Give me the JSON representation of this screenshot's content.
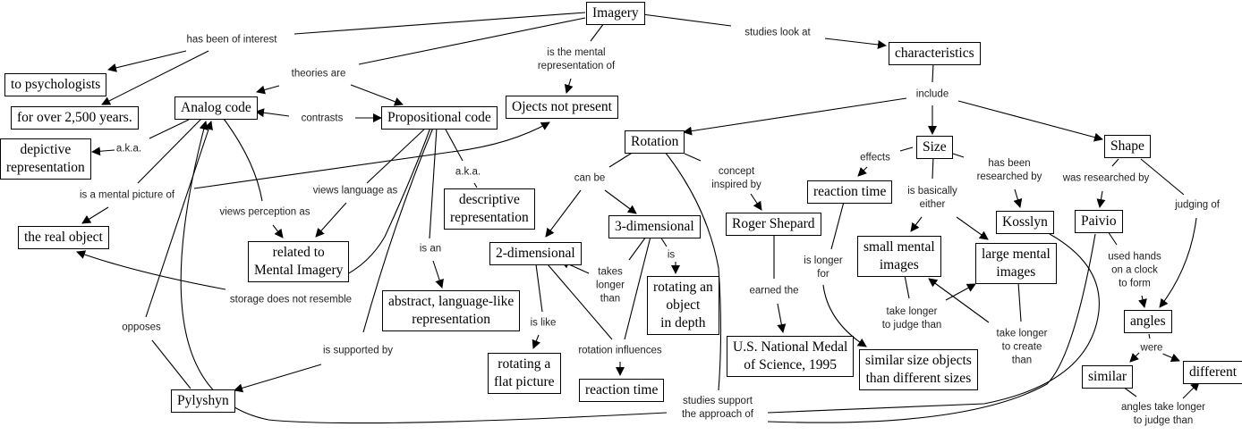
{
  "title": "Imagery concept map",
  "concepts": {
    "imagery": "Imagery",
    "to_psychologists": "to psychologists",
    "for_over_2500": "for over 2,500 years.",
    "analog_code": "Analog code",
    "propositional_code": "Propositional code",
    "objects_not_present": "Ojects not present",
    "characteristics": "characteristics",
    "depictive_representation": [
      "depictive",
      "representation"
    ],
    "descriptive_representation": [
      "descriptive",
      "representation"
    ],
    "the_real_object": "the real object",
    "related_to_mental_imagery": [
      "related to",
      "Mental Imagery"
    ],
    "abstract_language_like": [
      "abstract, language-like",
      "representation"
    ],
    "pylyshyn": "Pylyshyn",
    "rotation": "Rotation",
    "two_dimensional": "2-dimensional",
    "three_dimensional": "3-dimensional",
    "rotating_object_in_depth": [
      "rotating an",
      "object",
      "in depth"
    ],
    "rotating_flat_picture": [
      "rotating a",
      "flat picture"
    ],
    "reaction_time_rotation": "reaction time",
    "roger_shepard": "Roger Shepard",
    "national_medal": [
      "U.S. National Medal",
      "of Science, 1995"
    ],
    "size": "Size",
    "reaction_time_size": "reaction time",
    "small_mental_images": [
      "small mental",
      "images"
    ],
    "large_mental_images": [
      "large mental",
      "images"
    ],
    "similar_size_objects": [
      "similar size objects",
      "than different sizes"
    ],
    "kosslyn": "Kosslyn",
    "shape": "Shape",
    "paivio": "Paivio",
    "angles": "angles",
    "similar": "similar",
    "different": "different"
  },
  "linking_phrases": {
    "has_been_of_interest": "has been of interest",
    "theories_are": "theories are",
    "is_mental_representation_of": [
      "is the mental",
      "representation of"
    ],
    "studies_look_at": "studies look at",
    "contrasts": "contrasts",
    "aka_left": "a.k.a.",
    "aka_right": "a.k.a.",
    "include": "include",
    "is_a_mental_picture_of": "is a mental picture of",
    "views_perception_as": "views perception as",
    "views_language_as": "views language as",
    "storage_does_not_resemble": "storage does not resemble",
    "is_an": "is an",
    "opposes": "opposes",
    "is_supported_by": "is supported by",
    "can_be": "can be",
    "takes_longer_than": [
      "takes",
      "longer",
      "than"
    ],
    "is": "is",
    "is_like": "is like",
    "rotation_influences": "rotation influences",
    "concept_inspired_by": [
      "concept",
      "inspired by"
    ],
    "earned_the": "earned the",
    "studies_support": [
      "studies support",
      "the approach of"
    ],
    "effects": "effects",
    "is_basically_either": [
      "is basically",
      "either"
    ],
    "has_been_researched_by": [
      "has been",
      "researched by"
    ],
    "is_longer_for": [
      "is longer",
      "for"
    ],
    "take_longer_to_judge": [
      "take longer",
      "to judge than"
    ],
    "take_longer_to_create": [
      "take longer",
      "to create",
      "than"
    ],
    "was_researched_by": "was researched by",
    "judging_of": "judging of",
    "used_hands": [
      "used hands",
      "on a clock",
      "to form"
    ],
    "were": "were",
    "angles_take_longer": [
      "angles take longer",
      "to judge than"
    ]
  }
}
